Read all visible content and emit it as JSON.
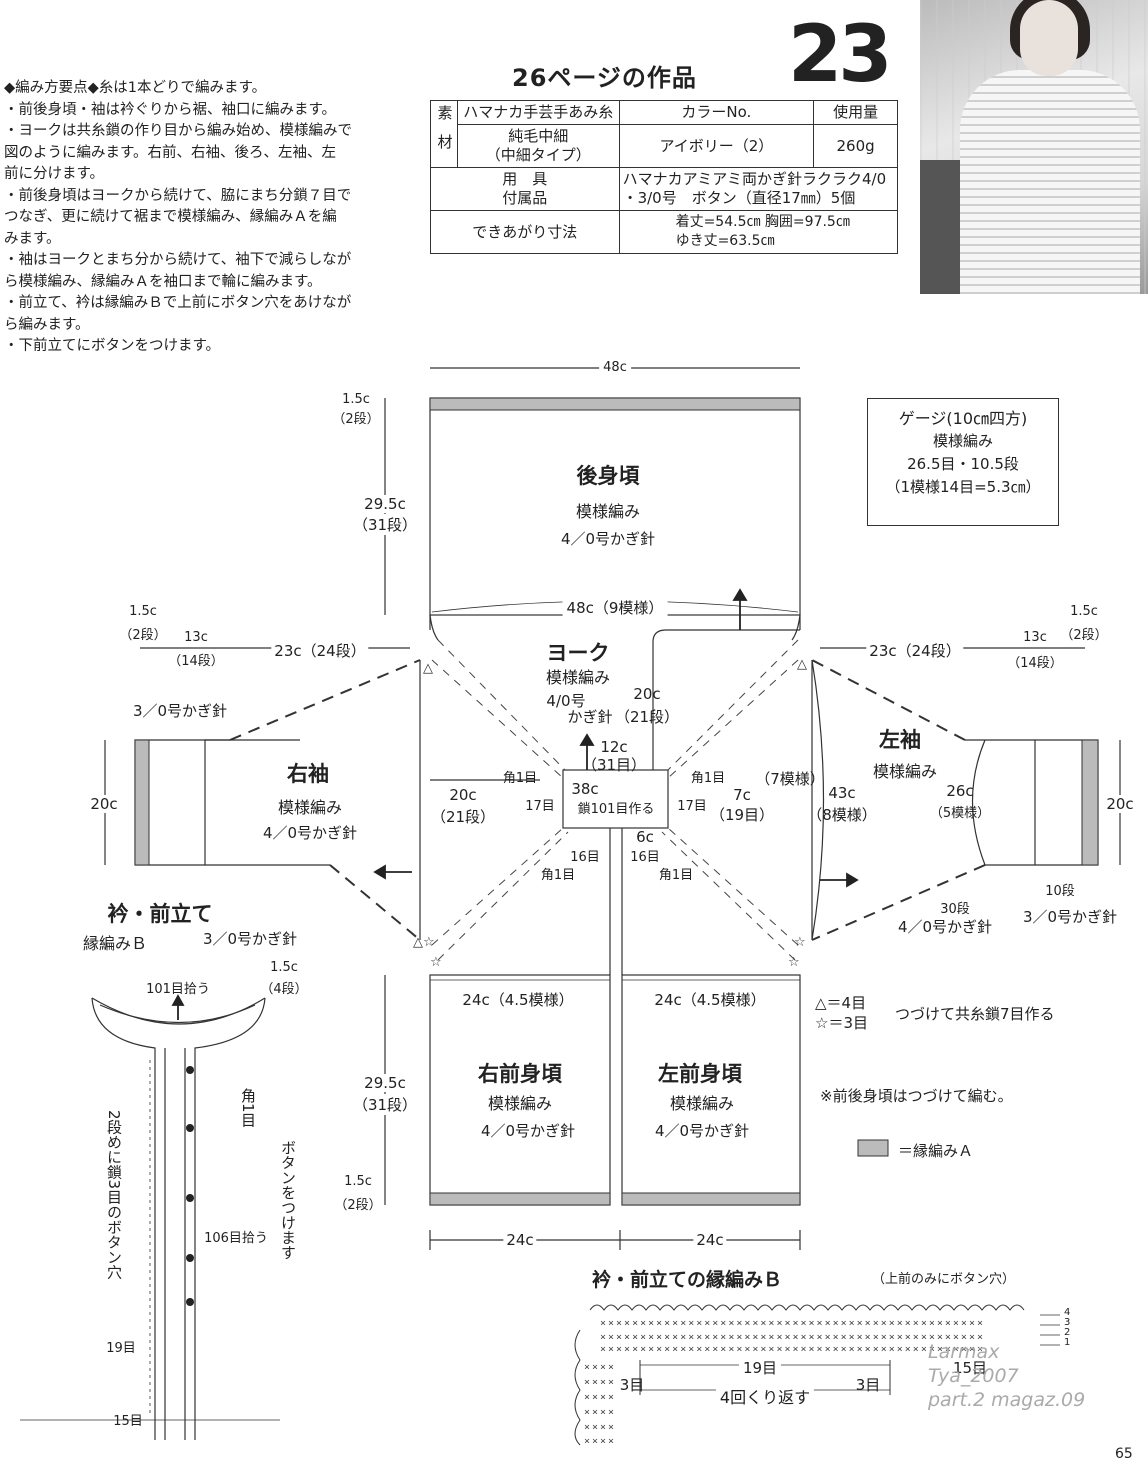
{
  "page_title": "26ページの作品",
  "pattern_number": "23",
  "page_number": "65",
  "notes": [
    "◆編み方要点◆糸は1本どりで編みます。",
    "・前後身頃・袖は衿ぐりから裾、袖口に編みます。",
    "・ヨークは共糸鎖の作り目から編み始め、模様編みで",
    "図のように編みます。右前、右袖、後ろ、左袖、左",
    "前に分けます。",
    "・前後身頃はヨークから続けて、脇にまち分鎖７目で",
    "つなぎ、更に続けて裾まで模様編み、縁編みＡを編",
    "みます。",
    "・袖はヨークとまち分から続けて、袖下で減らしなが",
    "ら模様編み、縁編みＡを袖口まで輪に編みます。",
    "・前立て、衿は縁編みＢで上前にボタン穴をあけなが",
    "ら編みます。",
    "・下前立てにボタンをつけます。"
  ],
  "materials": {
    "label_material": "素材",
    "col_yarn": "ハマナカ手芸手あみ糸",
    "col_color": "カラーNo.",
    "col_amount": "使用量",
    "yarn_name": "純毛中細",
    "yarn_type": "（中細タイプ）",
    "color": "アイボリー（2）",
    "amount": "260g",
    "tools_label_1": "用　具",
    "tools_label_2": "付属品",
    "tools_1": "ハマナカアミアミ両かぎ針ラクラク4/0",
    "tools_2": "・3/0号　ボタン（直径17㎜）5個",
    "size_label": "できあがり寸法",
    "size_1": "着丈=54.5㎝ 胸囲=97.5㎝",
    "size_2": "ゆき丈=63.5㎝"
  },
  "gauge": {
    "title": "ゲージ(10㎝四方)",
    "pattern": "模様編み",
    "count": "26.5目・10.5段",
    "repeat": "（1模様14目=5.3㎝）"
  },
  "diagram": {
    "back_title": "後身頃",
    "back_pattern": "模様編み",
    "back_hook": "4／0号かぎ針",
    "top_width": "48c",
    "back_top_edge": "1.5c",
    "back_top_edge_rows": "（2段）",
    "back_length": "29.5c",
    "back_length_rows": "（31段）",
    "yoke_width": "48c（9模様）",
    "yoke_title": "ヨーク",
    "yoke_pattern": "模様編み",
    "yoke_hook_1": "4/0号",
    "yoke_hook_2": "かぎ針",
    "yoke_depth": "20c",
    "yoke_depth_rows": "（21段）",
    "neck_width": "12c",
    "neck_width_rows": "（31目）",
    "chain_start": "38c",
    "chain_start_st": "鎖101目作る",
    "front_neck": "6c",
    "st_16": "16目",
    "st_17": "17目",
    "corner_1": "角1目",
    "side_7c": "7c",
    "side_7c_rows": "（19目）",
    "side_20c": "20c",
    "side_20c_rows": "（21段）",
    "left_top_edge": "1.5c",
    "left_top_edge_rows": "（2段）",
    "sleeve_13c": "13c",
    "sleeve_14rows": "（14段）",
    "sleeve_23c": "23c（24段）",
    "right_sleeve_title": "右袖",
    "left_sleeve_title": "左袖",
    "sleeve_pattern": "模様編み",
    "sleeve_hook": "4／0号かぎ針",
    "cuff_hook": "3／0号かぎ針",
    "cuff_width": "20c",
    "sleeve_26c": "26c",
    "sleeve_26c_rows": "（5模様）",
    "sleeve_43c": "43c",
    "sleeve_43c_rows": "（8模様）",
    "sleeve_7rep": "（7模様）",
    "rows_30": "30段",
    "rows_10": "10段",
    "right_front_title": "右前身頃",
    "left_front_title": "左前身頃",
    "front_pattern": "模様編み",
    "front_hook": "4／0号かぎ針",
    "front_width": "24c（4.5模様）",
    "front_length": "29.5c",
    "front_length_rows": "（31段）",
    "hem": "1.5c",
    "hem_rows": "（2段）",
    "bottom_width": "24c",
    "legend_triangle": "△＝4目",
    "legend_star": "☆＝3目",
    "legend_join": "つづけて共糸鎖7目作る",
    "legend_note": "※前後身頃はつづけて編む。",
    "legend_edge_a": "＝縁編みＡ",
    "collar_title": "衿・前立て",
    "collar_edge": "縁編みＢ",
    "collar_hook": "3／0号かぎ針",
    "collar_pickup": "101目拾う",
    "collar_height": "1.5c",
    "collar_height_rows": "（4段）",
    "collar_corner": "角1目",
    "buttonhole_note": "2段めに鎖3目のボタン穴",
    "button_note": "ボタンをつけます",
    "front_pickup": "106目拾う",
    "st_19": "19目",
    "st_15": "15目",
    "chart_title": "衿・前立ての縁編みＢ",
    "chart_sub": "（上前のみにボタン穴）",
    "chart_19": "19目",
    "chart_15": "15目",
    "chart_3": "3目",
    "chart_repeat": "4回くり返す",
    "chart_rows": [
      "4",
      "3",
      "2",
      "1"
    ]
  },
  "watermark": [
    "Larmax",
    "Tya_2007",
    "part.2 magaz.09"
  ]
}
